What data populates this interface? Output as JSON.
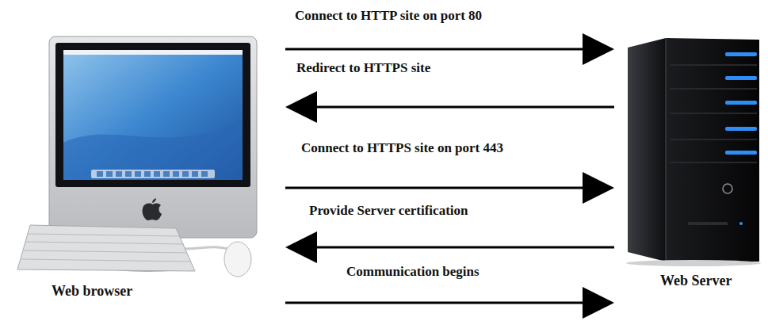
{
  "diagram": {
    "nodes": [
      {
        "text": [
          "Web browser"
        ]
      },
      {
        "text": [
          "Web Server"
        ]
      }
    ],
    "edges": [
      {
        "from": 0,
        "to": 1,
        "arrow": "to",
        "label": "Connect to HTTP site on port 80"
      },
      {
        "from": 1,
        "to": 0,
        "arrow": "to",
        "label": "Redirect to HTTPS site"
      },
      {
        "from": 0,
        "to": 1,
        "arrow": "to",
        "label": "Connect to HTTPS site on port 443"
      },
      {
        "from": 1,
        "to": 0,
        "arrow": "to",
        "label": "Provide Server certification"
      },
      {
        "from": 0,
        "to": 1,
        "arrow": "to",
        "label": "Communication begins"
      }
    ]
  }
}
